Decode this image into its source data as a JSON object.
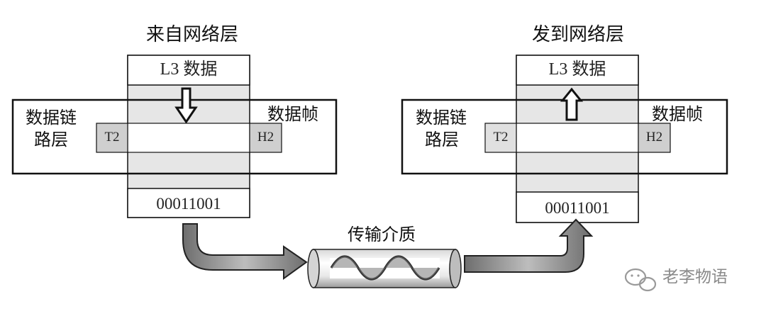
{
  "left": {
    "top_title": "来自网络层",
    "l3_data": "L3 数据",
    "link_layer_line1": "数据链",
    "link_layer_line2": "路层",
    "frame_label": "数据帧",
    "trailer": "T2",
    "header": "H2",
    "bits": "00011001"
  },
  "right": {
    "top_title": "发到网络层",
    "l3_data": "L3 数据",
    "link_layer_line1": "数据链",
    "link_layer_line2": "路层",
    "frame_label": "数据帧",
    "trailer": "T2",
    "header": "H2",
    "bits": "00011001"
  },
  "medium_label": "传输介质",
  "watermark": "老李物语",
  "colors": {
    "stack_fill": "#e6e6e6",
    "box_fill": "#ffffff",
    "tag_fill": "#cfcfcf",
    "arrow_fill": "#8c8c8c",
    "outline": "#111111"
  }
}
